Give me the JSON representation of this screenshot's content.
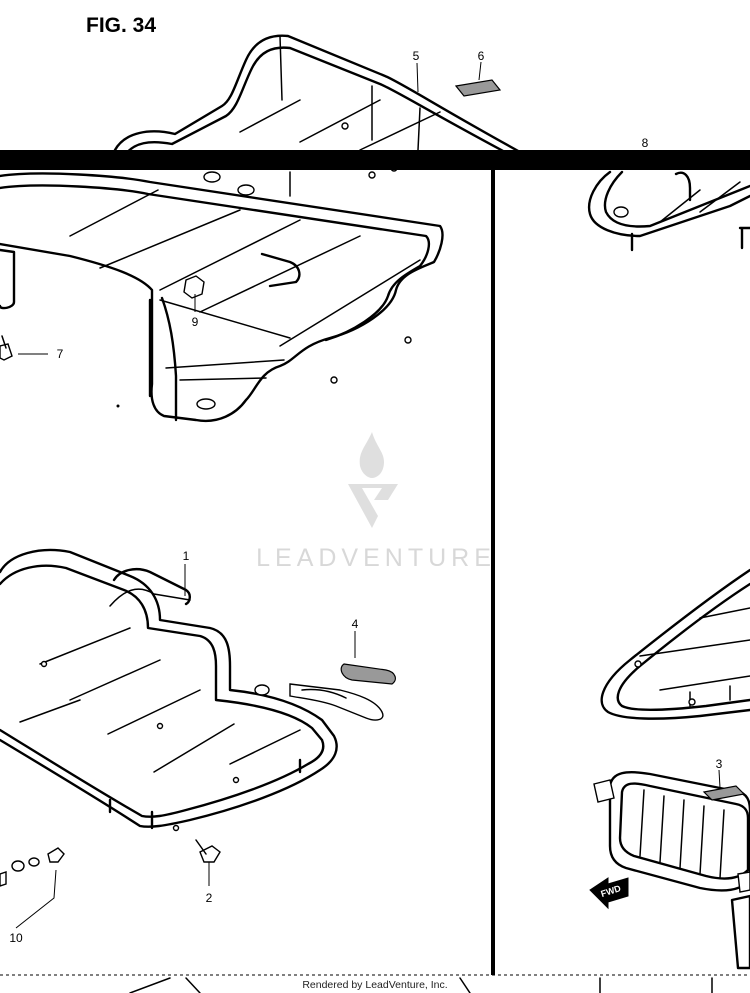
{
  "figure": {
    "title": "FIG. 34"
  },
  "callouts": [
    {
      "id": "1",
      "label": "1"
    },
    {
      "id": "2",
      "label": "2"
    },
    {
      "id": "3",
      "label": "3"
    },
    {
      "id": "4",
      "label": "4"
    },
    {
      "id": "5",
      "label": "5"
    },
    {
      "id": "6",
      "label": "6"
    },
    {
      "id": "7",
      "label": "7"
    },
    {
      "id": "8",
      "label": "8"
    },
    {
      "id": "9",
      "label": "9"
    },
    {
      "id": "10",
      "label": "10"
    }
  ],
  "watermark": {
    "brand": "LEADVENTURE",
    "icon": "flame-v-logo-icon"
  },
  "direction_label": "FWD",
  "footer": {
    "credit": "Rendered by LeadVenture, Inc."
  },
  "colors": {
    "line": "#000000",
    "background": "#ffffff",
    "watermark": "#d4d4d4"
  }
}
